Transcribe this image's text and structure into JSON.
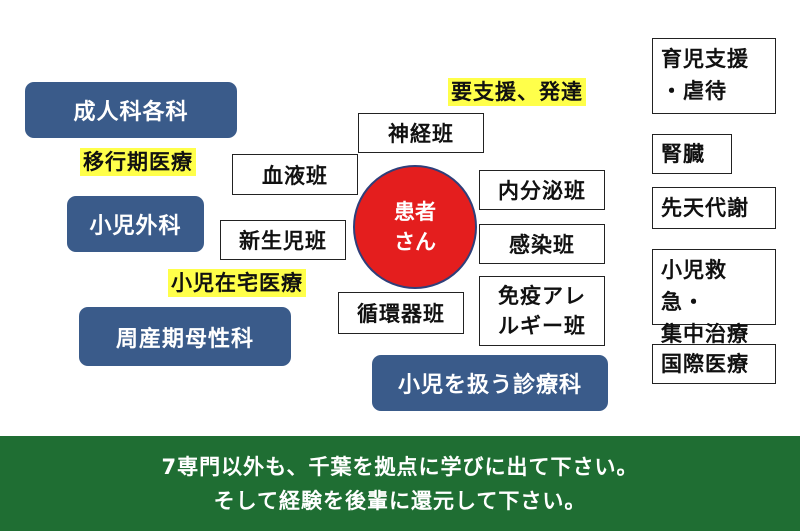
{
  "blue_boxes": {
    "adult": "成人科各科",
    "pediatric_surgery": "小児外科",
    "perinatal": "周産期母性科",
    "pediatric_departments": "小児を扱う診療科"
  },
  "yellow_labels": {
    "transition": "移行期医療",
    "home_care": "小児在宅医療",
    "development": "要支援、発達"
  },
  "center": {
    "line1": "患者",
    "line2": "さん"
  },
  "teams": {
    "neuro": "神経班",
    "blood": "血液班",
    "endocrine": "内分泌班",
    "neonatal": "新生児班",
    "infection": "感染班",
    "circulatory": "循環器班",
    "immunology_line1": "免疫アレ",
    "immunology_line2": "ルギー班"
  },
  "right_boxes": {
    "childcare_line1": "育児支援",
    "childcare_line2": "・虐待",
    "kidney": "腎臓",
    "metabolic": "先天代謝",
    "emergency_line1": "小児救急・",
    "emergency_line2": "集中治療",
    "international": "国際医療"
  },
  "footer": {
    "line1": "7専門以外も、千葉を拠点に学びに出て下さい。",
    "line2": "そして経験を後輩に還元して下さい。"
  }
}
